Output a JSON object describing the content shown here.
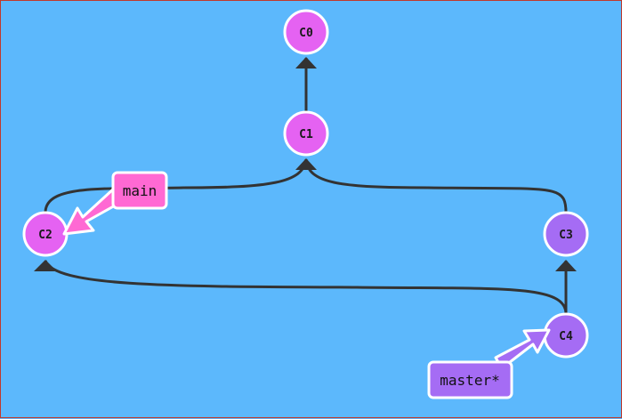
{
  "colors": {
    "background": "#5cb8fc",
    "edge": "#333333",
    "node_default": "#e562f2",
    "node_alt": "#a56cf4",
    "main_branch": "#ff69d3",
    "master_branch": "#a56cf4",
    "node_stroke": "#ffffff"
  },
  "commits": [
    {
      "id": "C0",
      "label": "C0",
      "kind": "default"
    },
    {
      "id": "C1",
      "label": "C1",
      "kind": "default"
    },
    {
      "id": "C2",
      "label": "C2",
      "kind": "default"
    },
    {
      "id": "C3",
      "label": "C3",
      "kind": "alt"
    },
    {
      "id": "C4",
      "label": "C4",
      "kind": "alt"
    }
  ],
  "edges": [
    {
      "from": "C1",
      "to": "C0"
    },
    {
      "from": "C2",
      "to": "C1"
    },
    {
      "from": "C3",
      "to": "C1"
    },
    {
      "from": "C4",
      "to": "C3"
    },
    {
      "from": "C4",
      "to": "C2"
    }
  ],
  "branches": [
    {
      "name": "main",
      "target": "C2"
    },
    {
      "name": "master*",
      "target": "C4"
    }
  ]
}
